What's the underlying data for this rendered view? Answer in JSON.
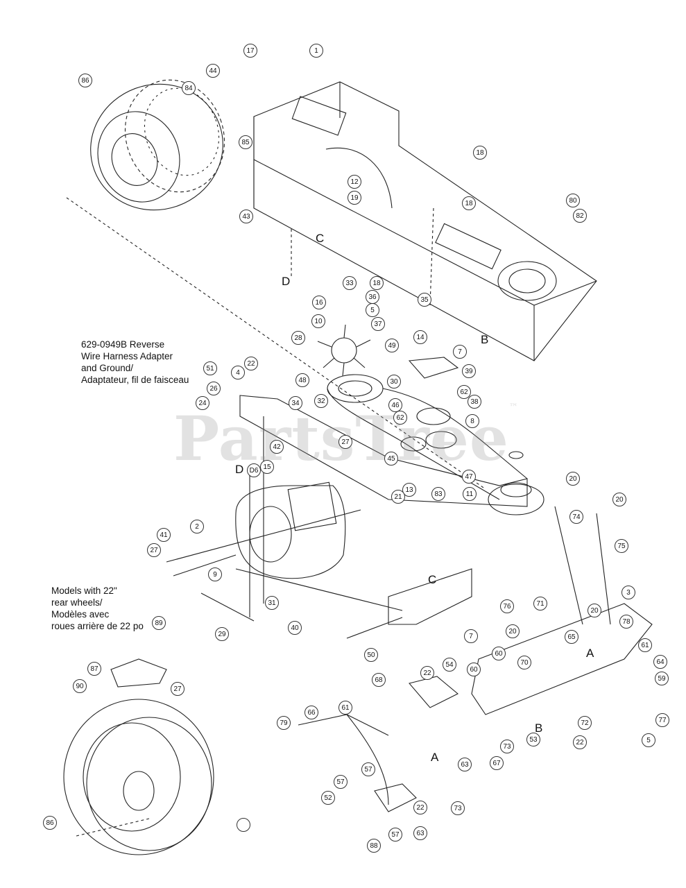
{
  "watermark": {
    "text": "PartsTree",
    "mark": "™"
  },
  "notes": {
    "harness": [
      "629-0949B Reverse",
      "Wire Harness Adapter",
      "and Ground/",
      "Adaptateur, fil de faisceau"
    ],
    "wheels": [
      "Models with 22\"",
      "rear wheels/",
      "Modèles avec",
      "roues arrière de 22 po"
    ]
  },
  "refs": {
    "a1": "A",
    "a2": "A",
    "b1": "B",
    "b2": "B",
    "c1": "C",
    "c2": "C",
    "d1": "D",
    "d2": "D"
  },
  "callouts": [
    "17",
    "1",
    "44",
    "86",
    "84",
    "85",
    "18",
    "12",
    "19",
    "18",
    "80",
    "82",
    "43",
    "33",
    "35",
    "18",
    "36",
    "5",
    "37",
    "16",
    "10",
    "28",
    "14",
    "7",
    "49",
    "39",
    "51",
    "4",
    "22",
    "26",
    "24",
    "34",
    "48",
    "30",
    "62",
    "38",
    "32",
    "46",
    "62",
    "8",
    "42",
    "27",
    "45",
    "15",
    "D6",
    "13",
    "83",
    "11",
    "47",
    "21",
    "20",
    "74",
    "20",
    "75",
    "2",
    "41",
    "27",
    "9",
    "31",
    "29",
    "40",
    "7",
    "50",
    "22",
    "54",
    "60",
    "76",
    "71",
    "65",
    "20",
    "20",
    "3",
    "78",
    "61",
    "64",
    "59",
    "60",
    "70",
    "72",
    "5",
    "77",
    "22",
    "53",
    "73",
    "67",
    "68",
    "79",
    "66",
    "61",
    "57",
    "63",
    "57",
    "52",
    "22",
    "73",
    "63",
    "57",
    "88",
    "87",
    "90",
    "27",
    "89",
    "86"
  ]
}
